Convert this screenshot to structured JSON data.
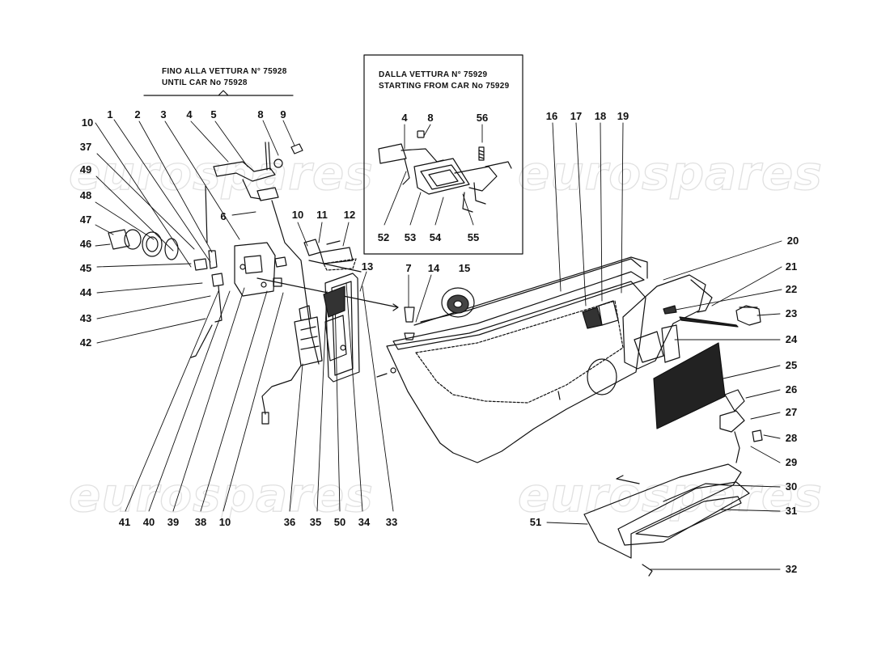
{
  "notes": {
    "until_line1": "FINO ALLA VETTURA N° 75928",
    "until_line2": "UNTIL CAR No 75928",
    "from_line1": "DALLA VETTURA N° 75929",
    "from_line2": "STARTING FROM CAR No 75929"
  },
  "watermark": "eurospares",
  "colors": {
    "ink": "#111111",
    "watermark": "#e1e1e1",
    "panel_dark": "#222222"
  },
  "callouts": [
    {
      "label": "10"
    },
    {
      "label": "1"
    },
    {
      "label": "2"
    },
    {
      "label": "3"
    },
    {
      "label": "4"
    },
    {
      "label": "5"
    },
    {
      "label": "8"
    },
    {
      "label": "9"
    },
    {
      "label": "37"
    },
    {
      "label": "49"
    },
    {
      "label": "48"
    },
    {
      "label": "47"
    },
    {
      "label": "46"
    },
    {
      "label": "45"
    },
    {
      "label": "44"
    },
    {
      "label": "43"
    },
    {
      "label": "42"
    },
    {
      "label": "6"
    },
    {
      "label": "10"
    },
    {
      "label": "11"
    },
    {
      "label": "12"
    },
    {
      "label": "13"
    },
    {
      "label": "41"
    },
    {
      "label": "40"
    },
    {
      "label": "39"
    },
    {
      "label": "38"
    },
    {
      "label": "10"
    },
    {
      "label": "36"
    },
    {
      "label": "35"
    },
    {
      "label": "50"
    },
    {
      "label": "34"
    },
    {
      "label": "33"
    },
    {
      "label": "4"
    },
    {
      "label": "8"
    },
    {
      "label": "56"
    },
    {
      "label": "52"
    },
    {
      "label": "53"
    },
    {
      "label": "54"
    },
    {
      "label": "55"
    },
    {
      "label": "7"
    },
    {
      "label": "14"
    },
    {
      "label": "15"
    },
    {
      "label": "16"
    },
    {
      "label": "17"
    },
    {
      "label": "18"
    },
    {
      "label": "19"
    },
    {
      "label": "20"
    },
    {
      "label": "21"
    },
    {
      "label": "22"
    },
    {
      "label": "23"
    },
    {
      "label": "24"
    },
    {
      "label": "25"
    },
    {
      "label": "26"
    },
    {
      "label": "27"
    },
    {
      "label": "28"
    },
    {
      "label": "29"
    },
    {
      "label": "30"
    },
    {
      "label": "31"
    },
    {
      "label": "51"
    },
    {
      "label": "32"
    }
  ]
}
